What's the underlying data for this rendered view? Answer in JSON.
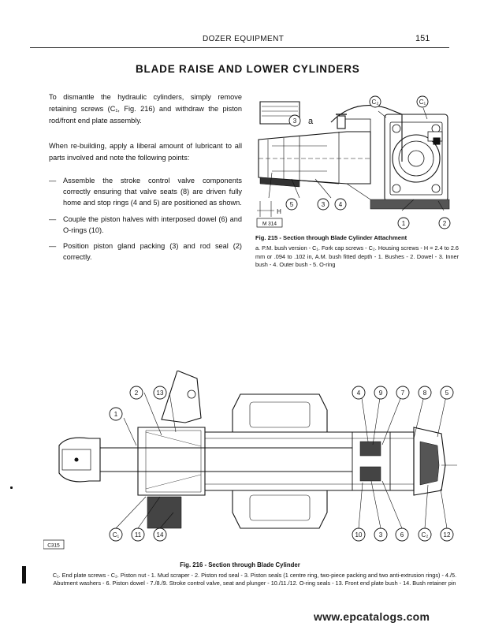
{
  "header": {
    "running_title": "DOZER EQUIPMENT",
    "page_number": "151"
  },
  "section_title": "BLADE RAISE AND LOWER CYLINDERS",
  "paragraphs": [
    "To dismantle the hydraulic cylinders, simply remove retaining screws (C₁, Fig. 216) and withdraw the piston rod/front end plate assembly.",
    "When re-building, apply a liberal amount of lubricant to all parts involved and note the following points:"
  ],
  "bullets": [
    "Assemble the stroke control valve components correctly ensuring that valve seats (8) are driven fully home and stop rings (4 and 5) are positioned as shown.",
    "Couple the piston halves with interposed dowel (6) and O-rings (10).",
    "Position piston gland packing (3) and rod seal (2) correctly."
  ],
  "bullet_marker": "—",
  "fig215": {
    "caption": "Fig. 215 - Section through Blade Cylinder Attachment",
    "legend": "a. P.M. bush version - C₁. Fork cap screws - C₂. Housing screws - H = 2.4 to 2.6 mm or .094 to .102 in, A.M. bush fitted depth - 1. Bushes - 2. Dowel - 3. Inner bush - 4. Outer bush - 5. O-ring",
    "callouts": [
      "C₂",
      "C₁",
      "3",
      "a",
      "5",
      "3",
      "4",
      "1",
      "2",
      "H"
    ],
    "plate_code": "M 314"
  },
  "fig216": {
    "caption": "Fig. 216 - Section through Blade Cylinder",
    "legend": "C₁. End plate screws - C₂. Piston nut - 1. Mud scraper - 2. Piston rod seal - 3. Piston seals (1 centre ring, two-piece packing and two anti-extrusion rings) - 4./5. Abutment washers - 6. Piston dowel - 7./8./9. Stroke control valve, seat and plunger - 10./11./12. O-ring seals - 13. Front end plate bush - 14. Bush retainer pin",
    "callouts_top": [
      "2",
      "13",
      "1",
      "4",
      "9",
      "7",
      "8",
      "5"
    ],
    "callouts_bottom": [
      "C₁",
      "11",
      "14",
      "10",
      "3",
      "6",
      "C₂",
      "12"
    ],
    "plate_code": "C315"
  },
  "watermark": "www.epcatalogs.com"
}
